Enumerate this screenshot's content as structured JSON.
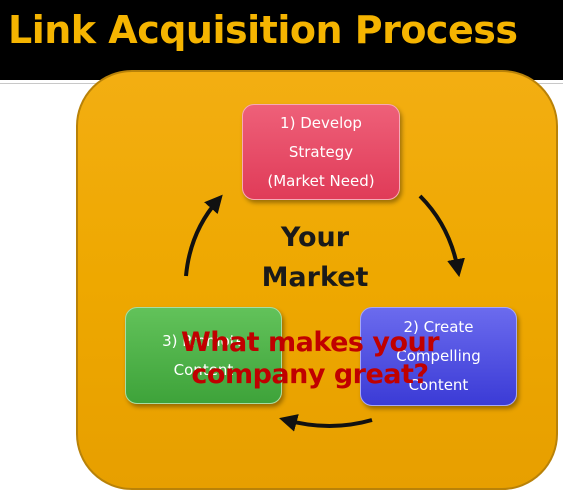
{
  "slide": {
    "title": "Link Acquisition Process"
  },
  "cycle": {
    "step1": {
      "lines": [
        "1) Develop",
        "Strategy",
        "(Market Need)"
      ]
    },
    "step2": {
      "lines": [
        "2) Create",
        "Compelling",
        "Content"
      ]
    },
    "step3": {
      "lines": [
        "3) Promote",
        "Content"
      ]
    },
    "center": {
      "lines": [
        "Your",
        "Market"
      ]
    }
  },
  "overlay_text": {
    "lines": [
      "What makes your",
      "company great?"
    ]
  },
  "colors": {
    "title": "#f5b400",
    "panel": "#eea800",
    "step1": "#e03b58",
    "step2": "#3b3bd6",
    "step3": "#3ea33a",
    "overlay": "#c00000"
  }
}
